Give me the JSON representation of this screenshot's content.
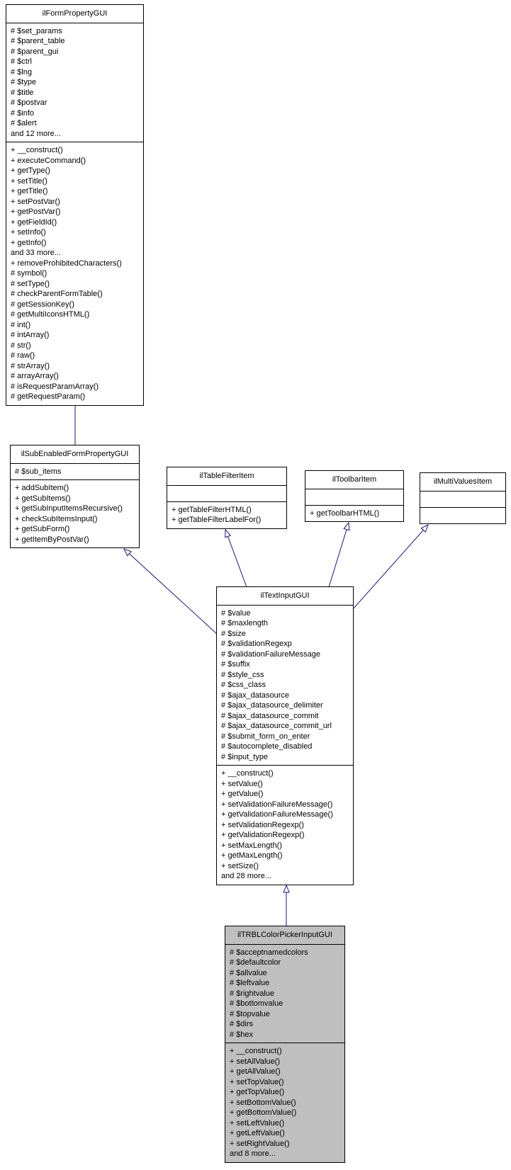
{
  "diagram_type": "uml-class-inheritance",
  "colors": {
    "edge": "#191970",
    "box_bg": "#ffffff",
    "box_border": "#000000",
    "highlight_bg": "#bfbfbf"
  },
  "highlighted_class": "ilTRBLColorPickerInputGUI",
  "classes": {
    "ilFormPropertyGUI": {
      "name": "ilFormPropertyGUI",
      "attributes": [
        "# $set_params",
        "# $parent_table",
        "# $parent_gui",
        "# $ctrl",
        "# $lng",
        "# $type",
        "# $title",
        "# $postvar",
        "# $info",
        "# $alert",
        "and 12 more..."
      ],
      "methods": [
        "+ __construct()",
        "+ executeCommand()",
        "+ getType()",
        "+ setTitle()",
        "+ getTitle()",
        "+ setPostVar()",
        "+ getPostVar()",
        "+ getFieldId()",
        "+ setInfo()",
        "+ getInfo()",
        "and 33 more...",
        "+ removeProhibitedCharacters()",
        "# symbol()",
        "# setType()",
        "# checkParentFormTable()",
        "# getSessionKey()",
        "# getMultiIconsHTML()",
        "# int()",
        "# intArray()",
        "# str()",
        "# raw()",
        "# strArray()",
        "# arrayArray()",
        "# isRequestParamArray()",
        "# getRequestParam()"
      ]
    },
    "ilSubEnabledFormPropertyGUI": {
      "name": "ilSubEnabledFormPropertyGUI",
      "attributes": [
        "# $sub_items"
      ],
      "methods": [
        "+ addSubItem()",
        "+ getSubItems()",
        "+ getSubInputItemsRecursive()",
        "+ checkSubItemsInput()",
        "+ getSubForm()",
        "+ getItemByPostVar()"
      ]
    },
    "ilTableFilterItem": {
      "name": "ilTableFilterItem",
      "attributes": [],
      "methods": [
        "+ getTableFilterHTML()",
        "+ getTableFilterLabelFor()"
      ]
    },
    "ilToolbarItem": {
      "name": "ilToolbarItem",
      "attributes": [],
      "methods": [
        "+ getToolbarHTML()"
      ]
    },
    "ilMultiValuesItem": {
      "name": "ilMultiValuesItem",
      "attributes": [],
      "methods": []
    },
    "ilTextInputGUI": {
      "name": "ilTextInputGUI",
      "attributes": [
        "# $value",
        "# $maxlength",
        "# $size",
        "# $validationRegexp",
        "# $validationFailureMessage",
        "# $suffix",
        "# $style_css",
        "# $css_class",
        "# $ajax_datasource",
        "# $ajax_datasource_delimiter",
        "# $ajax_datasource_commit",
        "# $ajax_datasource_commit_url",
        "# $submit_form_on_enter",
        "# $autocomplete_disabled",
        "# $input_type"
      ],
      "methods": [
        "+ __construct()",
        "+ setValue()",
        "+ getValue()",
        "+ setValidationFailureMessage()",
        "+ getValidationFailureMessage()",
        "+ setValidationRegexp()",
        "+ getValidationRegexp()",
        "+ setMaxLength()",
        "+ getMaxLength()",
        "+ setSize()",
        "and 28 more..."
      ]
    },
    "ilTRBLColorPickerInputGUI": {
      "name": "ilTRBLColorPickerInputGUI",
      "attributes": [
        "# $acceptnamedcolors",
        "# $defaultcolor",
        "# $allvalue",
        "# $leftvalue",
        "# $rightvalue",
        "# $bottomvalue",
        "# $topvalue",
        "# $dirs",
        "# $hex"
      ],
      "methods": [
        "+ __construct()",
        "+ setAllValue()",
        "+ getAllValue()",
        "+ setTopValue()",
        "+ getTopValue()",
        "+ setBottomValue()",
        "+ getBottomValue()",
        "+ setLeftValue()",
        "+ getLeftValue()",
        "+ setRightValue()",
        "and 8 more..."
      ]
    }
  },
  "relations": [
    {
      "type": "inheritance",
      "child": "ilSubEnabledFormPropertyGUI",
      "parent": "ilFormPropertyGUI"
    },
    {
      "type": "inheritance",
      "child": "ilTextInputGUI",
      "parent": "ilSubEnabledFormPropertyGUI"
    },
    {
      "type": "inheritance",
      "child": "ilTextInputGUI",
      "parent": "ilTableFilterItem"
    },
    {
      "type": "inheritance",
      "child": "ilTextInputGUI",
      "parent": "ilToolbarItem"
    },
    {
      "type": "inheritance",
      "child": "ilTextInputGUI",
      "parent": "ilMultiValuesItem"
    },
    {
      "type": "inheritance",
      "child": "ilTRBLColorPickerInputGUI",
      "parent": "ilTextInputGUI"
    }
  ]
}
